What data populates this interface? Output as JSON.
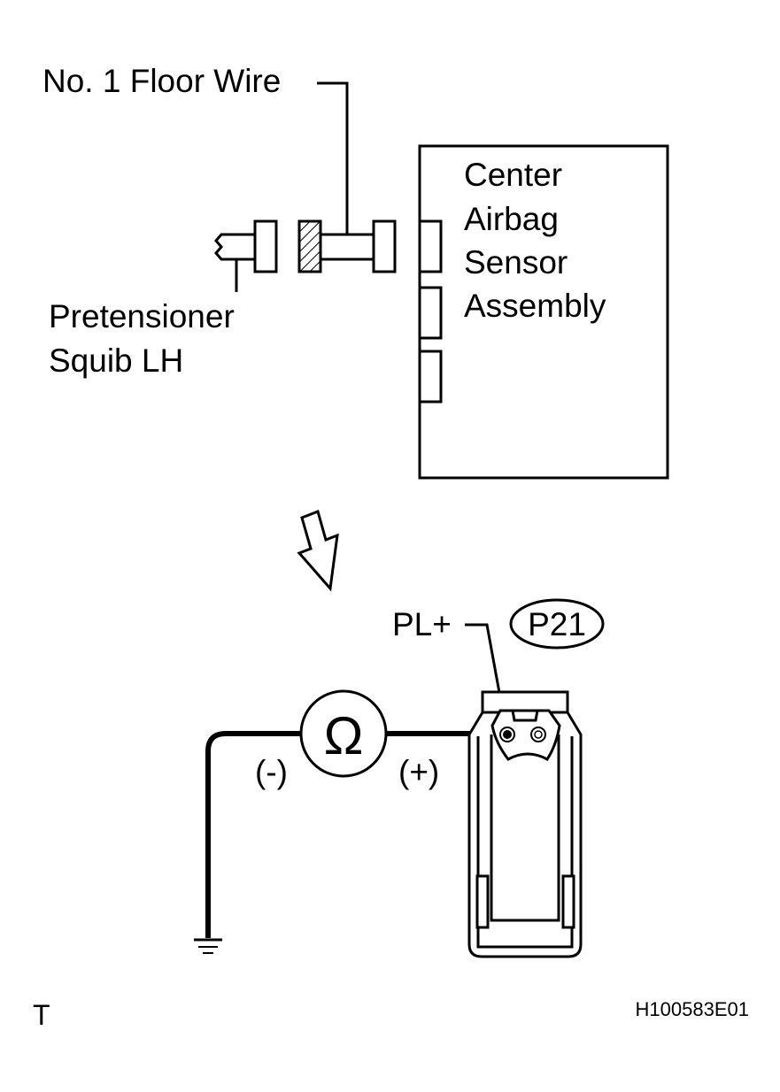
{
  "labels": {
    "floor_wire": "No. 1 Floor Wire",
    "sensor_line1": "Center",
    "sensor_line2": "Airbag",
    "sensor_line3": "Sensor",
    "sensor_line4": "Assembly",
    "squib_line1": "Pretensioner",
    "squib_line2": "Squib LH",
    "terminal": "PL+",
    "connector_code": "P21",
    "ohm_symbol": "Ω",
    "neg_probe": "(-)",
    "pos_probe": "(+)",
    "corner_mark": "T",
    "figure_code": "H100583E01"
  }
}
